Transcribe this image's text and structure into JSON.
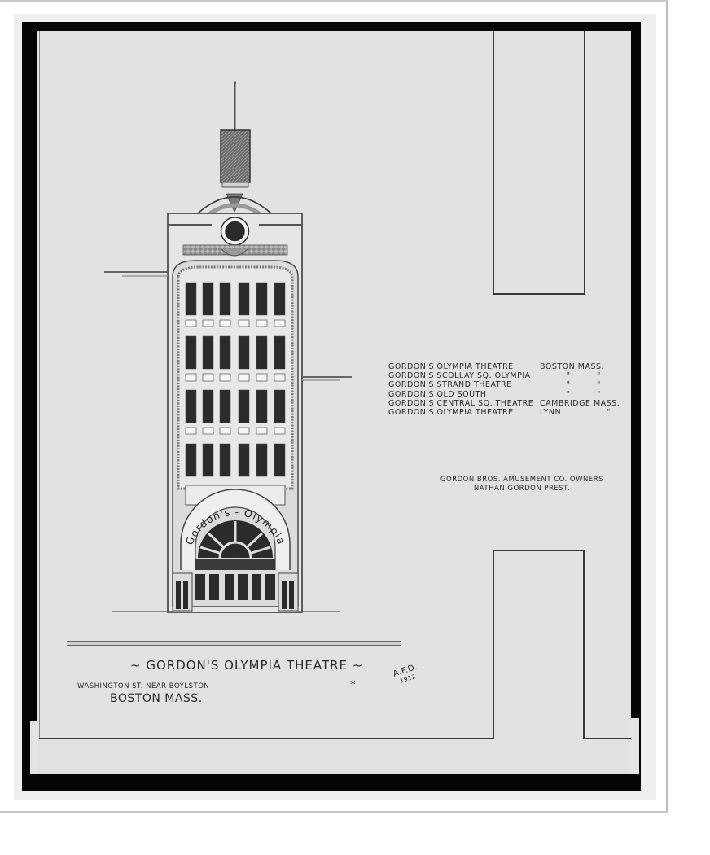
{
  "document": {
    "type": "architectural-elevation-drawing",
    "subject": "Gordon's Olympia Theatre facade elevation"
  },
  "drawing": {
    "title": "Gordon's Olympia Theatre",
    "title_display": "~ Gordon's Olympia Theatre ~",
    "address_line": "Washington St. near Boylston",
    "city_line": "Boston Mass.",
    "asterisk": "*",
    "initials": "A.F.D.",
    "initials_year": "1912",
    "facade_sign": "Gordon's - Olympia",
    "theatre_list": [
      {
        "name": "Gordon's Olympia Theatre",
        "city": "Boston Mass.",
        "state": ""
      },
      {
        "name": "Gordon's Scollay Sq. Olympia",
        "city": "\"",
        "state": "\""
      },
      {
        "name": "Gordon's Strand Theatre",
        "city": "\"",
        "state": "\""
      },
      {
        "name": "Gordon's Old South",
        "city": "\"",
        "state": "\""
      },
      {
        "name": "Gordon's Central Sq. Theatre",
        "city": "Cambridge Mass.",
        "state": ""
      },
      {
        "name": "Gordon's Olympia Theatre",
        "city": "Lynn",
        "state": "\""
      }
    ],
    "owners_line": "Gordon Bros. Amusement Co. Owners",
    "president_line": "Nathan Gordon Prest."
  },
  "colors": {
    "paper": "#e2e2e2",
    "frame_black": "#050505",
    "mat": "#efefef",
    "ink": "#2a2a2a",
    "window_dark": "#2b2b2b"
  }
}
